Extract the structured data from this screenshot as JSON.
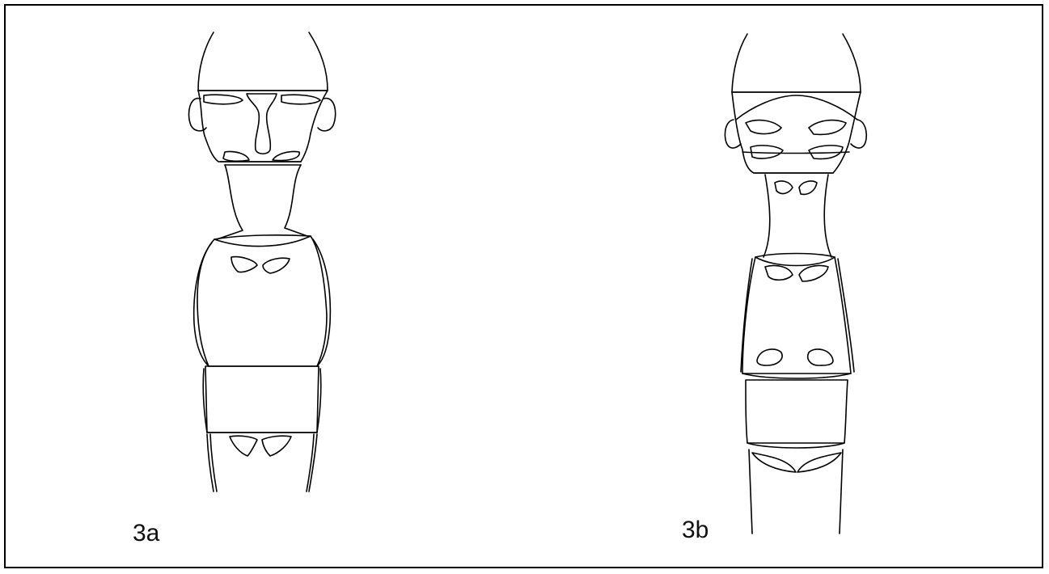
{
  "figure": {
    "panels": [
      {
        "id": "a",
        "label": "3a"
      },
      {
        "id": "b",
        "label": "3b"
      }
    ],
    "colors": {
      "line": "#000000",
      "background": "#ffffff",
      "border": "#000000"
    }
  }
}
